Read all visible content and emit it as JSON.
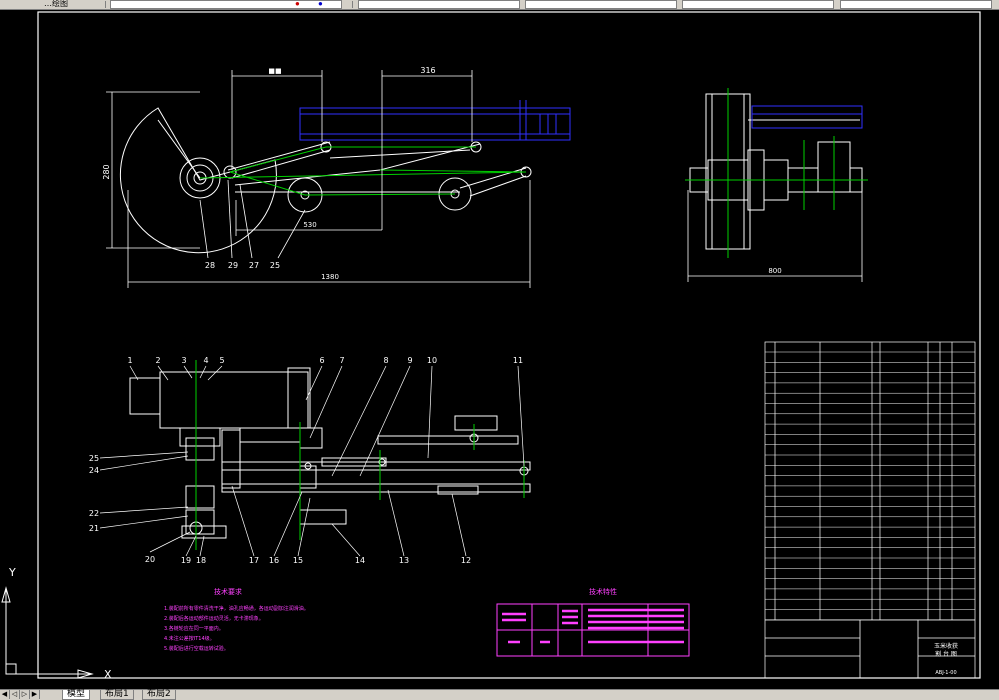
{
  "toolbar": {
    "cmd_text": "…绘图",
    "layer_combo": "",
    "style_combo": ""
  },
  "tabs": {
    "model": "模型",
    "layout1": "布局1",
    "layout2": "布局2"
  },
  "drawing": {
    "top_view": {
      "dims": {
        "top_left": "■■",
        "top_right": "316",
        "height": "280",
        "small_len": "530",
        "overall": "1380"
      },
      "leaders": [
        "28",
        "29",
        "27",
        "25"
      ]
    },
    "side_view": {
      "width_dim": "800"
    },
    "plan_view": {
      "leaders_top": [
        "1",
        "2",
        "3",
        "4",
        "5",
        "6",
        "7",
        "8",
        "9",
        "10",
        "11"
      ],
      "leaders_left": [
        "25",
        "24",
        "22",
        "21",
        "20",
        "19",
        "18"
      ],
      "leaders_bottom": [
        "17",
        "16",
        "15",
        "14",
        "13",
        "12"
      ]
    },
    "notes": {
      "title": "技术要求",
      "lines": [
        "1.装配前所有零件清洗干净，油孔应畅通，各运动副加注润滑油。",
        "2.装配后各运动部件运动灵活，无卡滞现象。",
        "3.各链轮应在同一平面内。",
        "4.未注公差按IT14级。",
        "5.装配后进行空载运转试验。"
      ]
    },
    "spec_table": {
      "title": "技术特性"
    },
    "title_block": {
      "name_line1": "玉米收获",
      "name_line2": "割 台 图",
      "drawing_no": "ABJ-1-00"
    }
  },
  "colors": {
    "background": "#000000",
    "lines": "#ffffff",
    "center_lines": "#00ff00",
    "hidden": "#0000ff",
    "notes": "#ff00ff",
    "border": "#ffffff"
  },
  "ucs_axes": {
    "x": "X",
    "y": "Y"
  }
}
